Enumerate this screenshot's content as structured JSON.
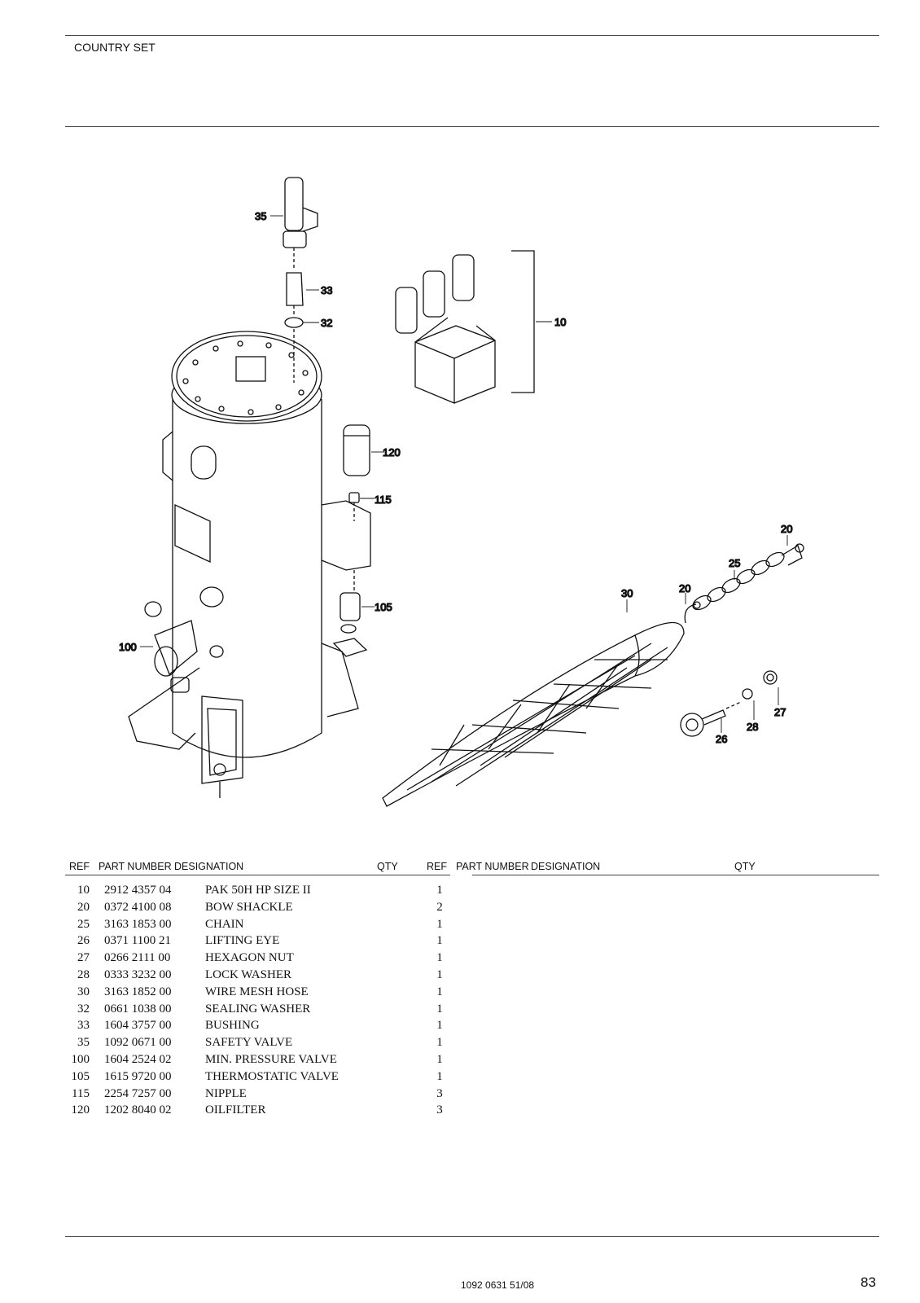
{
  "header": {
    "title": "COUNTRY SET"
  },
  "callouts": {
    "c35": "35",
    "c33": "33",
    "c32": "32",
    "c10": "10",
    "c120": "120",
    "c115": "115",
    "c105": "105",
    "c100": "100",
    "c30": "30",
    "c20a": "20",
    "c20b": "20",
    "c25": "25",
    "c26": "26",
    "c27": "27",
    "c28": "28"
  },
  "table": {
    "left_headers": {
      "ref": "REF",
      "part_number": "PART NUMBER",
      "designation": "DESIGNATION",
      "qty": "QTY"
    },
    "right_headers": {
      "ref": "REF",
      "part_number": "PART NUMBER",
      "designation": "DESIGNATION",
      "qty": "QTY"
    },
    "rows": [
      {
        "ref": "10",
        "part_number": "2912 4357 04",
        "designation": "PAK 50H HP SIZE II",
        "qty": "1"
      },
      {
        "ref": "20",
        "part_number": "0372 4100 08",
        "designation": "BOW SHACKLE",
        "qty": "2"
      },
      {
        "ref": "25",
        "part_number": "3163 1853 00",
        "designation": "CHAIN",
        "qty": "1"
      },
      {
        "ref": "26",
        "part_number": "0371 1100 21",
        "designation": "LIFTING EYE",
        "qty": "1"
      },
      {
        "ref": "27",
        "part_number": "0266 2111 00",
        "designation": "HEXAGON NUT",
        "qty": "1"
      },
      {
        "ref": "28",
        "part_number": "0333 3232 00",
        "designation": "LOCK WASHER",
        "qty": "1"
      },
      {
        "ref": "30",
        "part_number": "3163 1852 00",
        "designation": "WIRE MESH HOSE",
        "qty": "1"
      },
      {
        "ref": "32",
        "part_number": "0661 1038 00",
        "designation": "SEALING WASHER",
        "qty": "1"
      },
      {
        "ref": "33",
        "part_number": "1604 3757 00",
        "designation": "BUSHING",
        "qty": "1"
      },
      {
        "ref": "35",
        "part_number": "1092 0671 00",
        "designation": "SAFETY VALVE",
        "qty": "1"
      },
      {
        "ref": "100",
        "part_number": "1604 2524 02",
        "designation": "MIN. PRESSURE VALVE",
        "qty": "1"
      },
      {
        "ref": "105",
        "part_number": "1615 9720 00",
        "designation": "THERMOSTATIC VALVE",
        "qty": "1"
      },
      {
        "ref": "115",
        "part_number": "2254 7257 00",
        "designation": "NIPPLE",
        "qty": "3"
      },
      {
        "ref": "120",
        "part_number": "1202 8040 02",
        "designation": "OILFILTER",
        "qty": "3"
      }
    ]
  },
  "footer": {
    "doc_number": "1092 0631 51/08",
    "page_number": "83"
  }
}
